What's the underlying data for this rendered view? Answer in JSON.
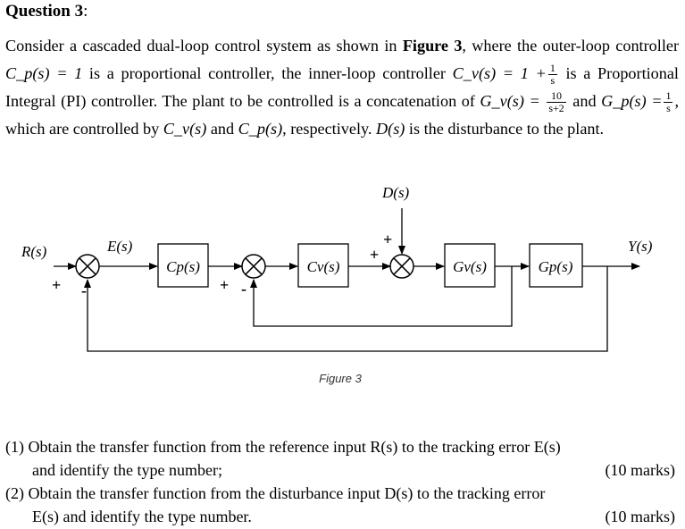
{
  "question": {
    "label": "Question 3",
    "suffix": ":"
  },
  "intro": {
    "p1": "Consider a cascaded dual-loop control system as shown in ",
    "fig_ref": "Figure 3",
    "p2": ", where the outer-loop controller ",
    "cp_eq": "C_p(s) = 1",
    "p3": " is a proportional controller, the inner-loop controller ",
    "cv_eq": "C_v(s) = 1 +",
    "cv_num": "1",
    "cv_den": "s",
    "p4": " is a Proportional Integral (PI) controller. The plant to be controlled is a concatenation of ",
    "gv_eq": "G_v(s) =",
    "gv_num": "10",
    "gv_den": "s+2",
    "p5": " and ",
    "gp_eq": "G_p(s) =",
    "gp_num": "1",
    "gp_den": "s",
    "p6": ", which are controlled by ",
    "cv": "C_v(s)",
    "p7": " and ",
    "cp": "C_p(s)",
    "p8": ", respectively. ",
    "d": "D(s)",
    "p9": " is the disturbance to the plant."
  },
  "diagram": {
    "ref_label": "R(s)",
    "error_label": "E(s)",
    "disturbance_label": "D(s)",
    "output_label": "Y(s)",
    "block_cp": "Cp(s)",
    "block_cv": "Cv(s)",
    "block_gv": "Gv(s)",
    "block_gp": "Gp(s)",
    "plus": "+",
    "minus": "-",
    "caption": "Figure 3"
  },
  "questions": [
    {
      "num": "(1)",
      "line1": "Obtain the transfer function from the reference input R(s) to the tracking error E(s)",
      "line2": "and identify the type number;",
      "marks": "(10 marks)"
    },
    {
      "num": "(2)",
      "line1": "Obtain the transfer function from the disturbance input D(s) to the tracking error",
      "line2": "E(s) and identify the type number.",
      "marks": "(10 marks)"
    }
  ]
}
